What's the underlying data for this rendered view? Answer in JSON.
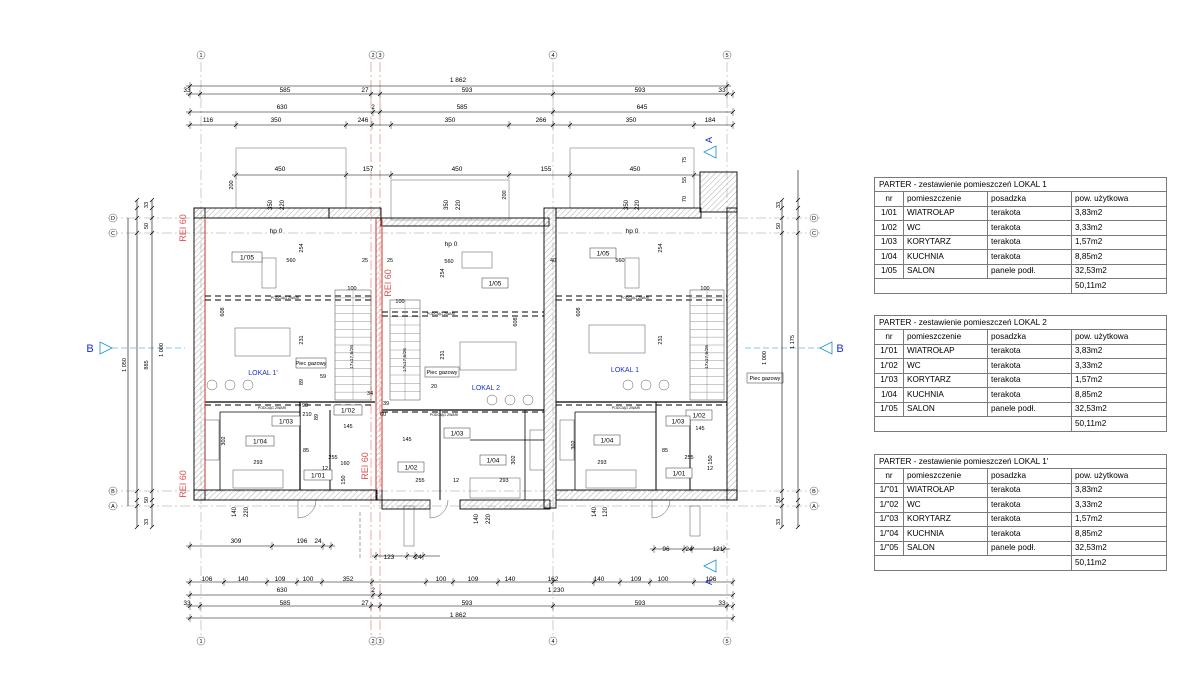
{
  "grid": {
    "top": [
      "1",
      "2",
      "3",
      "4",
      "5"
    ],
    "side": [
      "D",
      "C",
      "B",
      "A"
    ]
  },
  "dims": {
    "top_total": "1 862",
    "top_row1": [
      "33",
      "585",
      "27",
      "593",
      "593",
      "33"
    ],
    "top_row2": [
      "630",
      "2",
      "585",
      "645"
    ],
    "top_row3": [
      "116",
      "350",
      "246",
      "350",
      "266",
      "350",
      "184"
    ],
    "windows_top": [
      "450",
      "157",
      "450",
      "155",
      "450"
    ],
    "window_heights": [
      "200",
      "200",
      "75",
      "55",
      "70"
    ],
    "window_widths": [
      "350",
      "220",
      "350",
      "220",
      "350",
      "220"
    ],
    "bottom_row1": [
      "106",
      "140",
      "109",
      "100",
      "352",
      "100",
      "109",
      "140",
      "162",
      "140",
      "109",
      "100",
      "106"
    ],
    "bottom_row2": [
      "630",
      "2",
      "1 230"
    ],
    "bottom_row3": [
      "33",
      "585",
      "27",
      "593",
      "593",
      "33"
    ],
    "bottom_total": "1 862",
    "stair_bottom": [
      "309",
      "196",
      "24",
      "123",
      "24",
      "96",
      "24",
      "121"
    ],
    "door_sizes": [
      "140",
      "220",
      "140",
      "120",
      "140",
      "220"
    ],
    "left_vertical": [
      "33",
      "50",
      "1 050",
      "885",
      "1 000",
      "50",
      "33"
    ],
    "right_vertical": [
      "33",
      "50",
      "1 000",
      "1 175",
      "50",
      "33"
    ]
  },
  "plan": {
    "fire_labels": [
      "REI 60",
      "REI 60",
      "REI 60",
      "REI 60"
    ],
    "units": [
      "LOKAL 1'",
      "LOKAL 2",
      "LOKAL 1"
    ],
    "section_mark": "B",
    "section_a": "A",
    "hp": "hp 0",
    "boiler": "Piec gazowy",
    "stair_label": "17x17,6/26",
    "ceiling_note": "PODCIĄG ZWARI",
    "room_tags": [
      "1/'05",
      "1/05",
      "1/05",
      "1/'03",
      "1/'02",
      "1/'04",
      "1/'01",
      "1/02",
      "1/03",
      "1/04",
      "1/01",
      "1/02",
      "1/03",
      "1/04",
      "1/01"
    ],
    "inner_dims": [
      "560",
      "254",
      "608",
      "231",
      "89",
      "59",
      "210",
      "90",
      "100",
      "25",
      "40",
      "12",
      "145",
      "293",
      "302",
      "255",
      "160",
      "150",
      "85",
      "34",
      "39",
      "20",
      "60"
    ]
  },
  "tables": [
    {
      "title": "PARTER - zestawienie pomieszczeń LOKAL 1",
      "headers": [
        "nr",
        "pomieszczenie",
        "posadzka",
        "pow. użytkowa"
      ],
      "rows": [
        [
          "1/01",
          "WIATROŁAP",
          "terakota",
          "3,83m2"
        ],
        [
          "1/02",
          "WC",
          "terakota",
          "3,33m2"
        ],
        [
          "1/03",
          "KORYTARZ",
          "terakota",
          "1,57m2"
        ],
        [
          "1/04",
          "KUCHNIA",
          "terakota",
          "8,85m2"
        ],
        [
          "1/05",
          "SALON",
          "panele podł.",
          "32,53m2"
        ]
      ],
      "total": "50,11m2"
    },
    {
      "title": "PARTER - zestawienie pomieszczeń LOKAL 2",
      "headers": [
        "nr",
        "pomieszczenie",
        "posadzka",
        "pow. użytkowa"
      ],
      "rows": [
        [
          "1/'01",
          "WIATROŁAP",
          "terakota",
          "3,83m2"
        ],
        [
          "1/'02",
          "WC",
          "terakota",
          "3,33m2"
        ],
        [
          "1/'03",
          "KORYTARZ",
          "terakota",
          "1,57m2"
        ],
        [
          "1/04",
          "KUCHNIA",
          "terakota",
          "8,85m2"
        ],
        [
          "1/'05",
          "SALON",
          "panele podł.",
          "32,53m2"
        ]
      ],
      "total": "50,11m2"
    },
    {
      "title": "PARTER - zestawienie pomieszczeń LOKAL 1'",
      "headers": [
        "nr",
        "pomieszczenie",
        "posadzka",
        "pow. użytkowa"
      ],
      "rows": [
        [
          "1/\"01",
          "WIATROŁAP",
          "terakota",
          "3,83m2"
        ],
        [
          "1/\"02",
          "WC",
          "terakota",
          "3,33m2"
        ],
        [
          "1/\"03",
          "KORYTARZ",
          "terakota",
          "1,57m2"
        ],
        [
          "1/\"04",
          "KUCHNIA",
          "terakota",
          "8,85m2"
        ],
        [
          "1/\"05",
          "SALON",
          "panele podł.",
          "32,53m2"
        ]
      ],
      "total": "50,11m2"
    }
  ]
}
